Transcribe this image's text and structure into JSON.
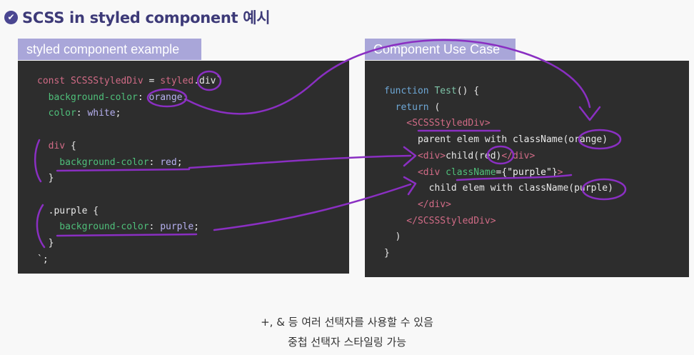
{
  "header": {
    "title": "SCSS in styled component 예시",
    "check_icon": "check-circle-icon"
  },
  "left_panel": {
    "tab_label": "styled component example",
    "code": [
      "const SCSSStyledDiv = styled.div`",
      "  background-color: orange;",
      "  color: white;",
      "",
      "  div {",
      "    background-color: red;",
      "  }",
      "",
      "  .purple {",
      "    background-color: purple;",
      "  }",
      "`;"
    ]
  },
  "right_panel": {
    "tab_label": "Component Use Case",
    "code": [
      "function Test() {",
      "  return (",
      "    <SCSSStyledDiv>",
      "      parent elem with className(orange)",
      "      <div>child(red)</div>",
      "      <div className={\"purple\"}>",
      "        child elem with className(purple)",
      "      </div>",
      "    </SCSSStyledDiv>",
      "  )",
      "}"
    ]
  },
  "footer": {
    "line1": "+, & 등 여러 선택자를 사용할 수 있음",
    "line2": "중첩 선택자 스타일링 가능"
  },
  "colors": {
    "title": "#3d3a78",
    "tab": "#a9a6d9",
    "panel": "#2d2d2d",
    "annotation": "#8a2fc2"
  }
}
